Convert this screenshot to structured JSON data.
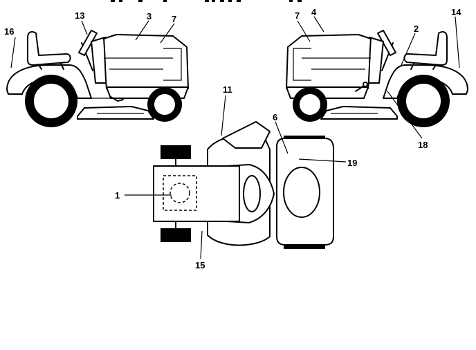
{
  "callouts": {
    "c1": "1",
    "c2": "2",
    "c3": "3",
    "c4": "4",
    "c6": "6",
    "c7a": "7",
    "c7b": "7",
    "c11": "11",
    "c13": "13",
    "c14": "14",
    "c15": "15",
    "c16": "16",
    "c18": "18",
    "c19": "19"
  }
}
